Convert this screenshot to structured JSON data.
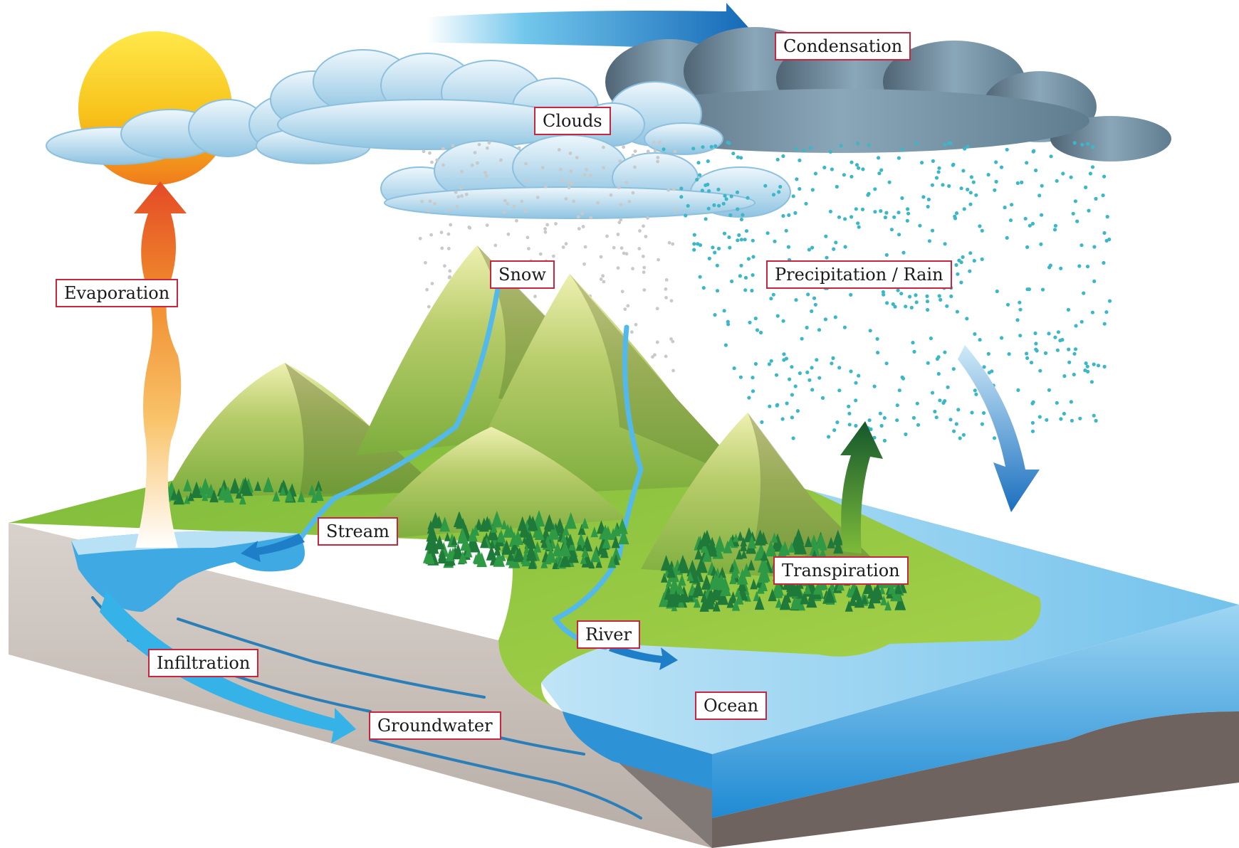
{
  "diagram": {
    "labels": {
      "condensation": "Condensation",
      "clouds": "Clouds",
      "evaporation": "Evaporation",
      "snow": "Snow",
      "precipitation": "Precipitation / Rain",
      "stream": "Stream",
      "transpiration": "Transpiration",
      "river": "River",
      "infiltration": "Infiltration",
      "groundwater": "Groundwater",
      "ocean": "Ocean"
    },
    "colors": {
      "label_border": "#c8263f",
      "sun": "#f7c21a",
      "evaporation_arrow": "#e8502a",
      "condensation_arrow": "#1f7fd0",
      "transpiration_arrow": "#1e6b3a",
      "ocean": "#3fa9e3",
      "land": "#8cc63f",
      "soil": "#c9c2bd",
      "rain": "#3bb7c8",
      "storm_cloud": "#6c8ea3"
    }
  }
}
